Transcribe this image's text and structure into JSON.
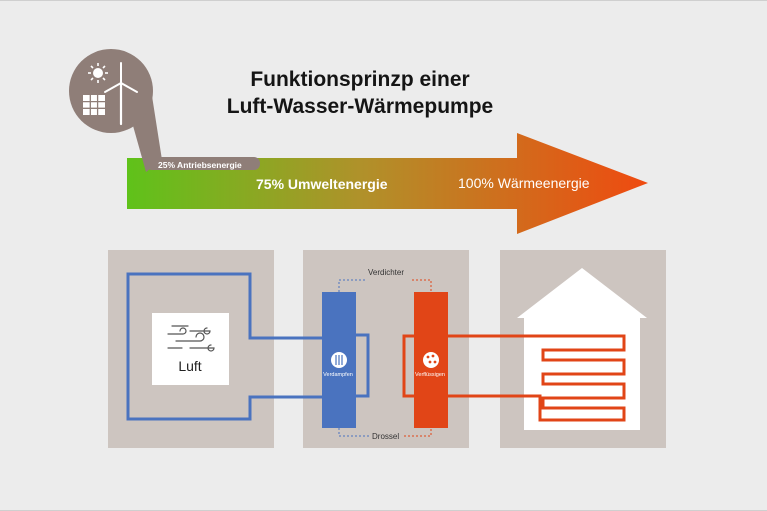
{
  "title": {
    "line1": "Funktionsprinzp einer",
    "line2": "Luft-Wasser-Wärmepumpe"
  },
  "energy": {
    "drive": "25% Antriebsenergie",
    "ambient": "75% Umweltenergie",
    "heat": "100% Wärmeenergie"
  },
  "components": {
    "air": "Luft",
    "compressor": "Verdichter",
    "throttle": "Drossel",
    "evaporator": "Verdampfen",
    "condenser": "Verflüssigen"
  },
  "icons": [
    "sun-icon",
    "solar-panel-icon",
    "wind-turbine-icon",
    "wind-icon",
    "evaporator-icon",
    "condenser-icon",
    "house-icon"
  ],
  "colors": {
    "arrow_start": "#5fc21a",
    "arrow_mid": "#b0912a",
    "arrow_end": "#e84a12",
    "cold_loop": "#4a73bf",
    "hot_loop": "#e14517",
    "panel": "#cdc5c0",
    "badge": "#8f7e78"
  }
}
